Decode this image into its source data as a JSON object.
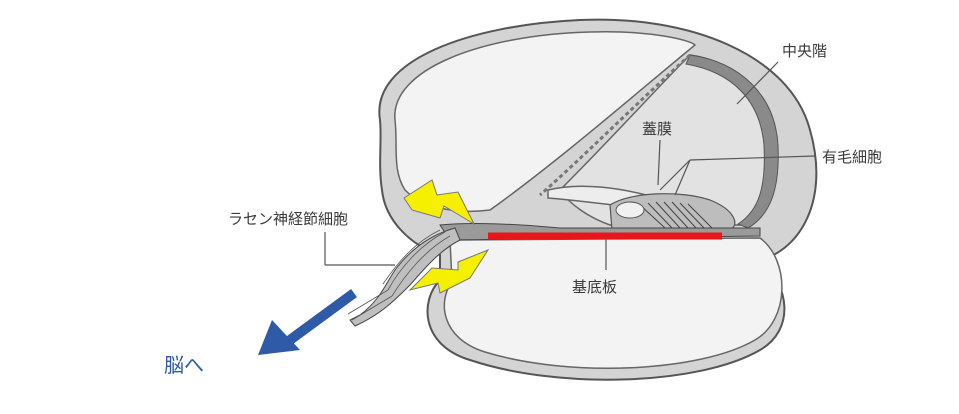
{
  "labels": {
    "chuo_kai": "中央階",
    "gai_maku": "蓋膜",
    "yumou_saibou": "有毛細胞",
    "rasen_shinkei": "ラセン神経節細胞",
    "kitei_ban": "基底板",
    "no_he": "脳へ"
  },
  "colors": {
    "basilar_highlight": "#e8161b",
    "arrow": "#2e5aa8",
    "lightning": "#f5ef00",
    "tissue_gray": "#c8c8c8",
    "outline": "#555555"
  },
  "icons": {
    "lightning_top": "lightning-bolt-icon",
    "lightning_bottom": "lightning-bolt-icon",
    "arrow": "arrow-down-left-icon"
  }
}
